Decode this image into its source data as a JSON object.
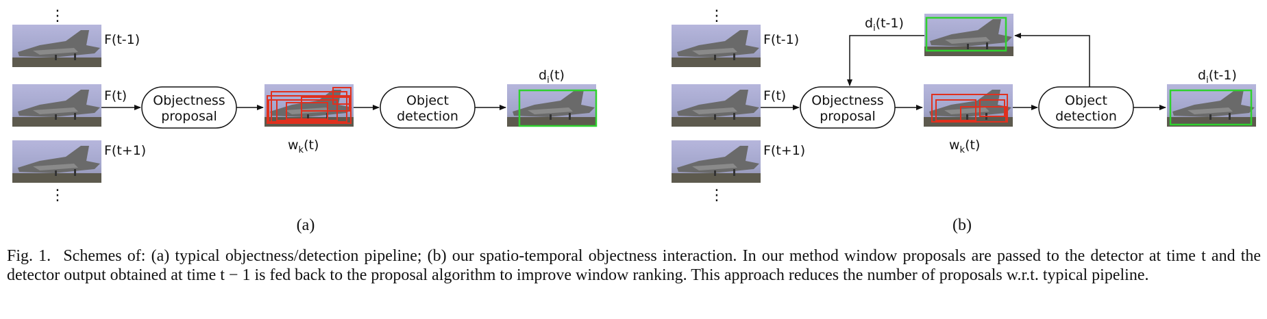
{
  "panel_a": {
    "frames": [
      "F(t-1)",
      "F(t)",
      "F(t+1)"
    ],
    "proposal_node": [
      "Objectness",
      "proposal"
    ],
    "detection_node": [
      "Object",
      "detection"
    ],
    "windows_label": "w",
    "windows_sub": "k",
    "windows_tail": "(t)",
    "output_label": "d",
    "output_sub": "i",
    "output_tail": "(t)",
    "sublabel": "(a)",
    "ellipsis": "⋮"
  },
  "panel_b": {
    "frames": [
      "F(t-1)",
      "F(t)",
      "F(t+1)"
    ],
    "proposal_node": [
      "Objectness",
      "proposal"
    ],
    "detection_node": [
      "Object",
      "detection"
    ],
    "windows_label": "w",
    "windows_sub": "k",
    "windows_tail": "(t)",
    "feedback_label": "d",
    "feedback_sub": "i",
    "feedback_tail": "(t-1)",
    "output_label": "d",
    "output_sub": "i",
    "output_tail": "(t-1)",
    "sublabel": "(b)",
    "ellipsis": "⋮"
  },
  "caption": {
    "fig": "Fig. 1.",
    "text": "Schemes of: (a) typical objectness/detection pipeline; (b) our spatio-temporal objectness interaction. In our method window proposals are passed to the detector at time t and the detector output obtained at time t − 1 is fed back to the proposal algorithm to improve window ranking. This approach reduces the number of proposals w.r.t. typical pipeline."
  },
  "colors": {
    "proposal_box": "#e0301e",
    "detection_box": "#2fd12f",
    "sky": "#a7a8cf",
    "ground": "#5d5a4e"
  }
}
